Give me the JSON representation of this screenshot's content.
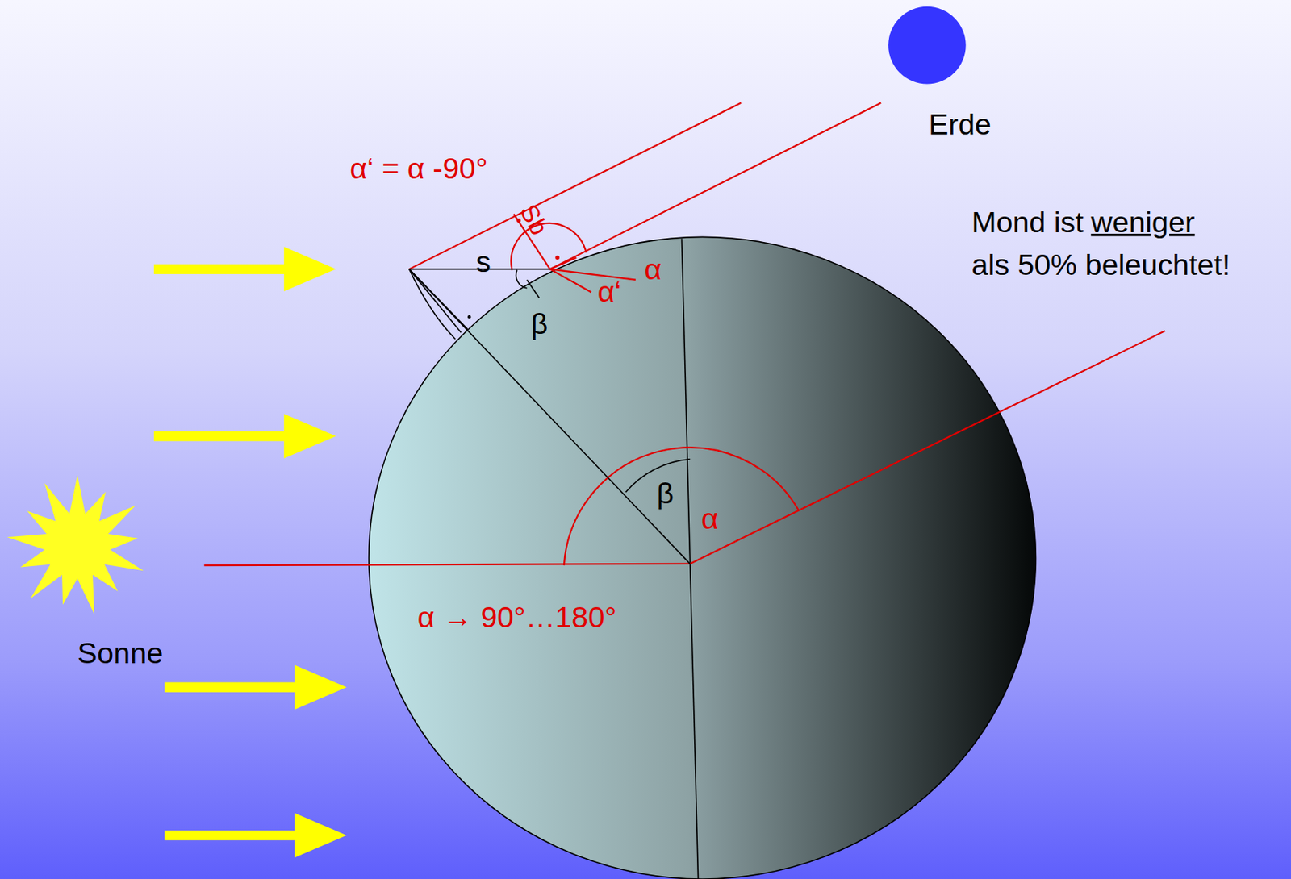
{
  "diagram": {
    "nodes": [
      {
        "text": [
          "Sonne"
        ]
      },
      {
        "text": [
          "Erde"
        ]
      }
    ],
    "labels": [
      "α‘ = α -90°",
      "Sb",
      "s",
      "α",
      "α‘",
      "β",
      "β",
      "α",
      "α → 90°…180°",
      "Mond ist",
      "weniger",
      "als 50% beleuchtet!"
    ]
  }
}
